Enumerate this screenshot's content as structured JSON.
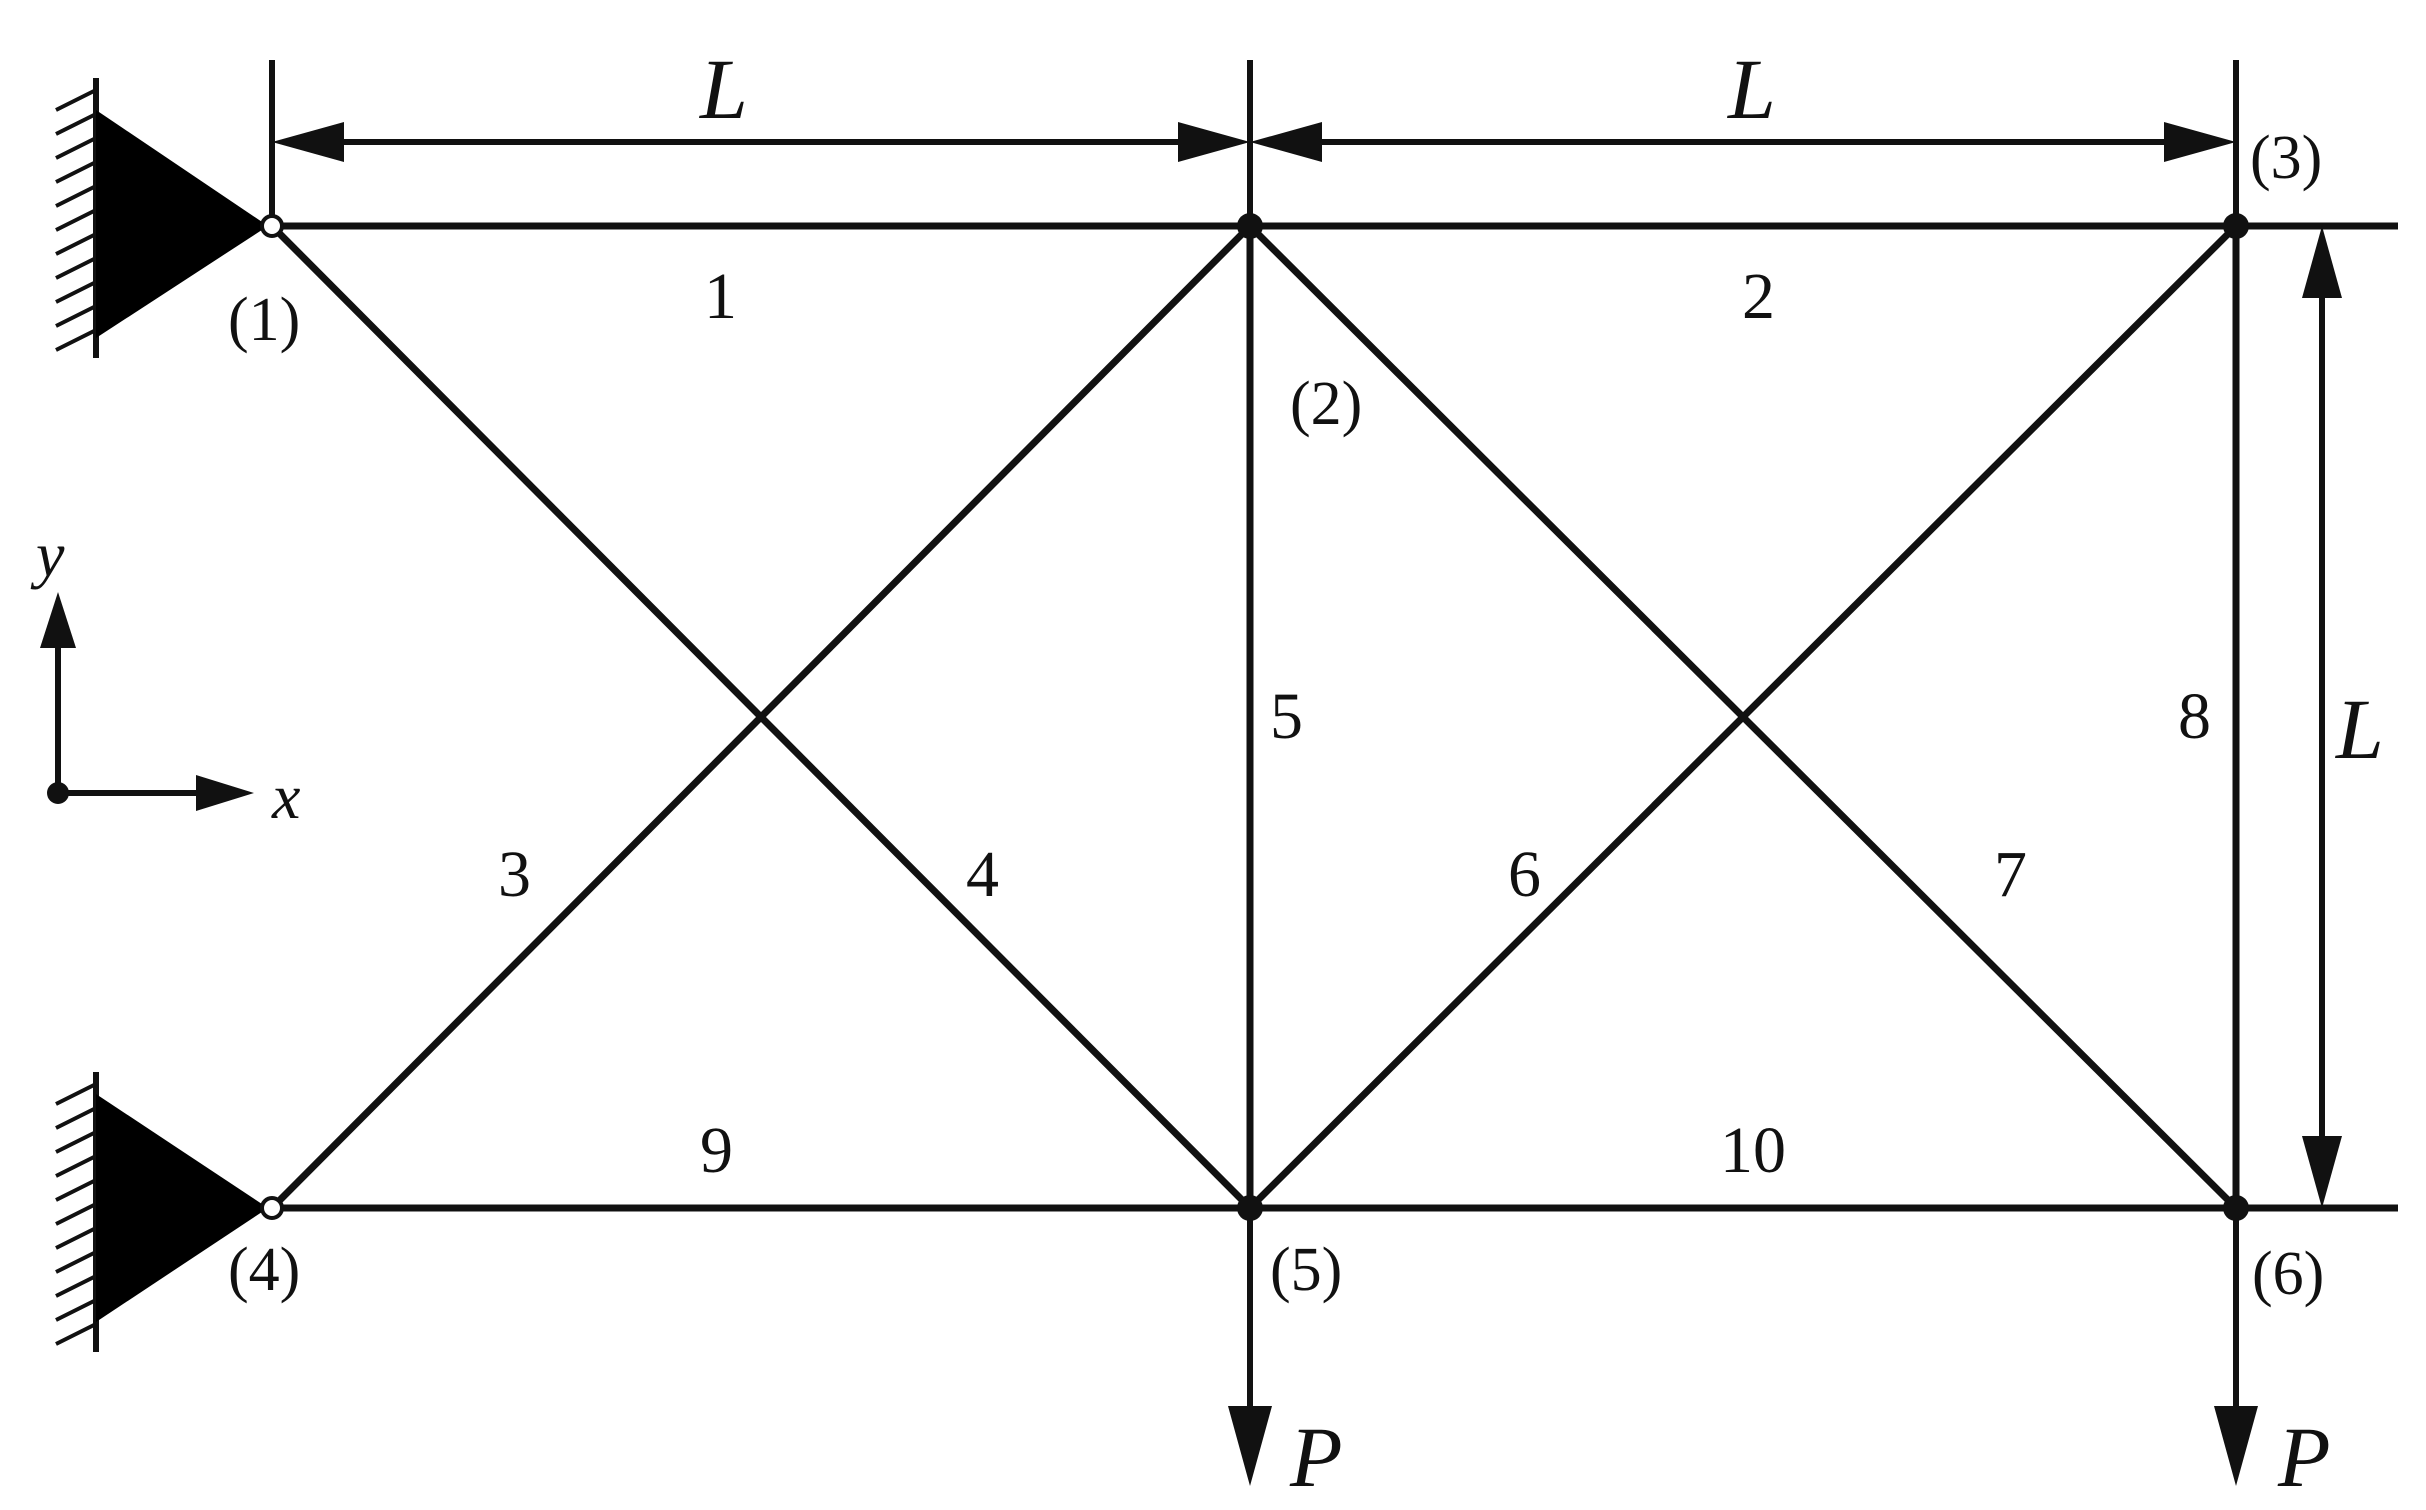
{
  "figure": {
    "node_labels": [
      "(1)",
      "(2)",
      "(3)",
      "(4)",
      "(5)",
      "(6)"
    ],
    "member_labels": [
      "1",
      "2",
      "3",
      "4",
      "5",
      "6",
      "7",
      "8",
      "9",
      "10"
    ],
    "dimension_labels": {
      "top_left": "L",
      "top_right": "L",
      "right_vertical": "L"
    },
    "loads": {
      "node5": "P",
      "node6": "P"
    },
    "axes": {
      "x": "x",
      "y": "y"
    },
    "supports": [
      "pin-support-node1",
      "pin-support-node4"
    ]
  }
}
